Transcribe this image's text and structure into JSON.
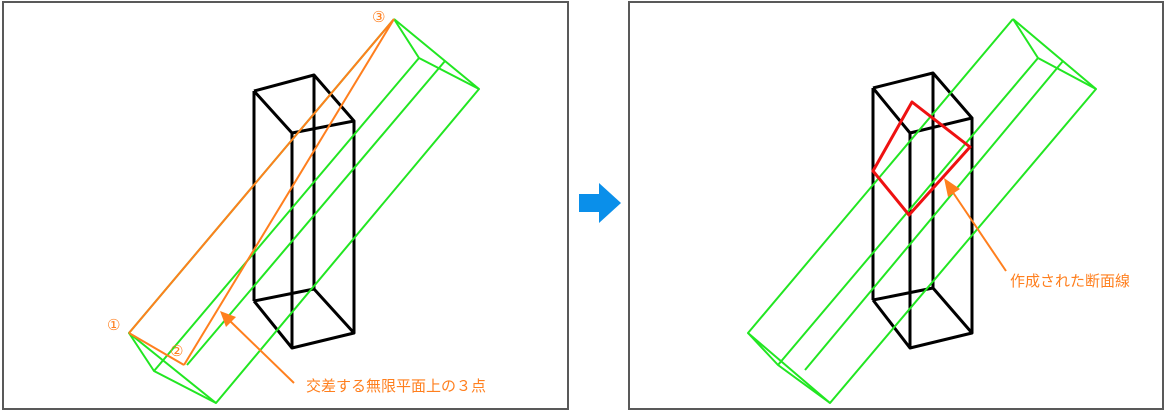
{
  "left_panel": {
    "points": {
      "p1": "①",
      "p2": "②",
      "p3": "③"
    },
    "annotation": "交差する無限平面上の３点"
  },
  "right_panel": {
    "annotation": "作成された断面線"
  },
  "colors": {
    "box": "#000000",
    "cutter": "#22e622",
    "points_and_labels": "#ff7f1e",
    "section_line": "#ee1111",
    "arrow": "#0a8fea"
  },
  "icons": {
    "transition_arrow": "right-arrow-icon"
  }
}
